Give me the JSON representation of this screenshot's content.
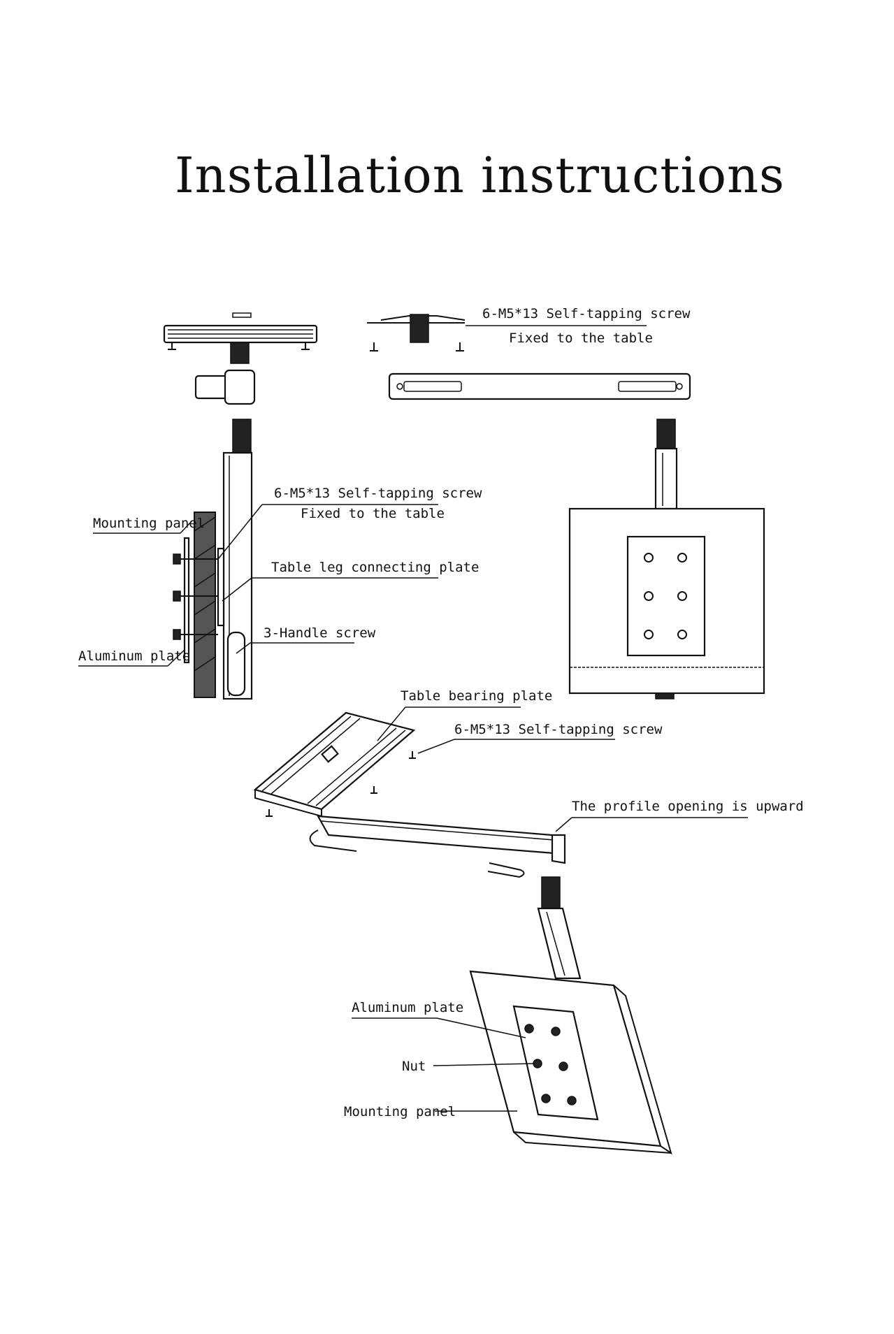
{
  "title": "Installation instructions",
  "labels": {
    "top_screw": "6-M5*13 Self-tapping screw",
    "top_fixed": "Fixed to the table",
    "mid_screw": "6-M5*13 Self-tapping screw",
    "mid_fixed": "Fixed to the table",
    "mounting_panel_left": "Mounting panel",
    "table_leg_plate": "Table leg connecting plate",
    "handle_screw": "3-Handle screw",
    "aluminum_plate_left": "Aluminum plate",
    "table_bearing_plate": "Table bearing plate",
    "bearing_screw": "6-M5*13 Self-tapping screw",
    "profile_opening": "The profile opening is upward",
    "aluminum_plate_bottom": "Aluminum plate",
    "nut": "Nut",
    "mounting_panel_bottom": "Mounting panel"
  },
  "colors": {
    "ink": "#111111",
    "background": "#ffffff",
    "fill_dark": "#222222"
  }
}
